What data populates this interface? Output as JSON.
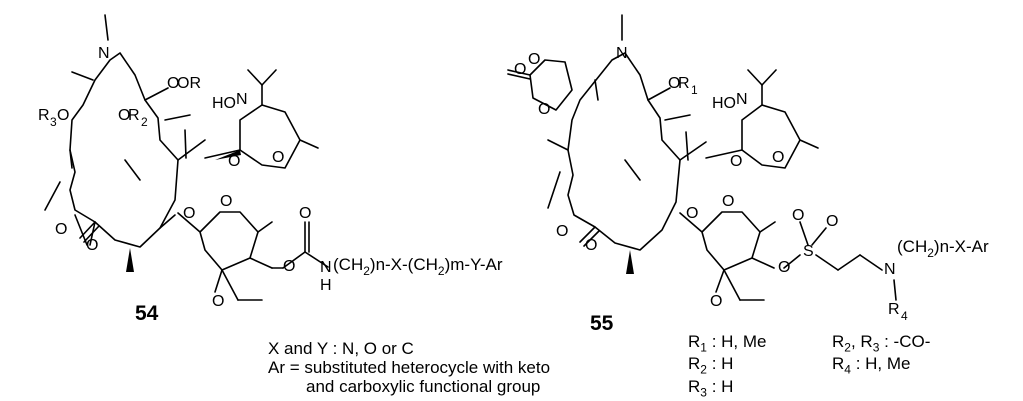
{
  "compounds": [
    {
      "id": "54"
    },
    {
      "id": "55"
    }
  ],
  "labels": {
    "r3o": "R",
    "or2": "OR",
    "or1": "OR",
    "ho": "HO",
    "chain54": "(CH2)n-X-(CH2)m-Y-Ar",
    "chain55": "(CH2)n-X-Ar",
    "nh_n": "N",
    "nh_h": "H"
  },
  "notes": {
    "line1": "X and Y  :  N, O or C",
    "line2": "Ar = substituted heterocycle with keto",
    "line3": "and carboxylic functional group"
  },
  "r_defs": [
    {
      "r": "R",
      "sub": "1",
      "value": " : H, Me"
    },
    {
      "r": "R",
      "sub": "2",
      "value": " : H"
    },
    {
      "r": "R",
      "sub": "3",
      "value": " : H"
    },
    {
      "r": "R",
      "sub": "2",
      "r2": "R",
      "sub2": "3",
      "value": " : -CO-"
    },
    {
      "r": "R",
      "sub": "4",
      "value": " : H, Me"
    }
  ]
}
